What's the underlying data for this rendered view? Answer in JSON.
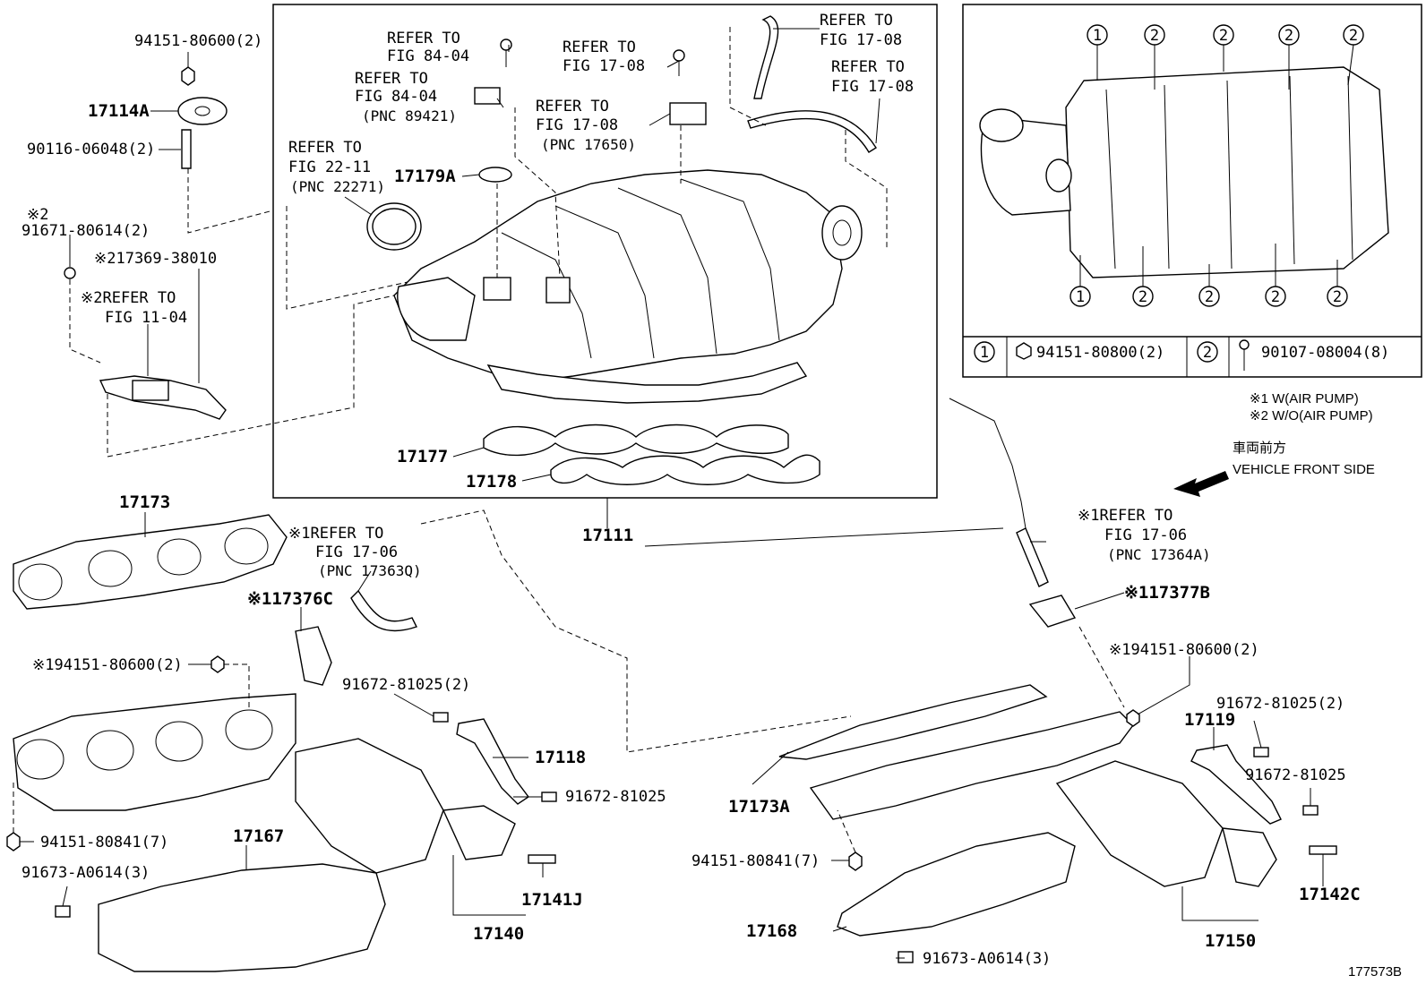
{
  "drawing_id": "177573B",
  "legend": {
    "notes": [
      "※1 W(AIR PUMP)",
      "※2 W/O(AIR PUMP)"
    ],
    "direction_jp": "車両前方",
    "direction_en": "VEHICLE FRONT SIDE"
  },
  "inset_table": {
    "row": [
      {
        "num": "1",
        "part": "94151-80800(2)"
      },
      {
        "num": "2",
        "part": "90107-08004(8)"
      }
    ],
    "callouts_top": [
      "1",
      "2",
      "2",
      "2",
      "2"
    ],
    "callouts_bottom": [
      "1",
      "2",
      "2",
      "2",
      "2"
    ]
  },
  "labels": {
    "p94151_80600_2": "94151-80600(2)",
    "p17114A": "17114A",
    "p90116": "90116-06048(2)",
    "mark2a": "※2",
    "p91671": "91671-80614(2)",
    "p217369": "※217369-38010",
    "ref_fig11_a": "※2REFER TO",
    "ref_fig11_b": "FIG 11-04",
    "ref_8404a_1": "REFER TO",
    "ref_8404a_2": "FIG 84-04",
    "ref_8404b_1": "REFER TO",
    "ref_8404b_2": "FIG 84-04",
    "ref_8404b_3": "(PNC 89421)",
    "ref_1708a_1": "REFER TO",
    "ref_1708a_2": "FIG 17-08",
    "ref_1708b_1": "REFER TO",
    "ref_1708b_2": "FIG 17-08",
    "ref_1708b_3": "(PNC 17650)",
    "ref_1708c_1": "REFER TO",
    "ref_1708c_2": "FIG 17-08",
    "ref_1708d_1": "REFER TO",
    "ref_1708d_2": "FIG 17-08",
    "ref_2211_1": "REFER TO",
    "ref_2211_2": "FIG 22-11",
    "ref_2211_3": "(PNC 22271)",
    "p17179A": "17179A",
    "p17177": "17177",
    "p17178": "17178",
    "p17111": "17111",
    "p17173": "17173",
    "ref_1706a_1": "※1REFER TO",
    "ref_1706a_2": "FIG 17-06",
    "ref_1706a_3": "(PNC 17363Q)",
    "p17376C": "※117376C",
    "p94151_80600_L": "※194151-80600(2)",
    "p91672_81025_2L": "91672-81025(2)",
    "p17118": "17118",
    "p91672_81025_L": "91672-81025",
    "p94151_80841_L": "94151-80841(7)",
    "p17167": "17167",
    "p91673_L": "91673-A0614(3)",
    "p17141J": "17141J",
    "p17140": "17140",
    "ref_1706b_1": "※1REFER TO",
    "ref_1706b_2": "FIG 17-06",
    "ref_1706b_3": "(PNC 17364A)",
    "p17377B": "※117377B",
    "p94151_80600_R": "※194151-80600(2)",
    "p91672_81025_2R": "91672-81025(2)",
    "p17119": "17119",
    "p91672_81025_R": "91672-81025",
    "p17173A": "17173A",
    "p94151_80841_R": "94151-80841(7)",
    "p17168": "17168",
    "p91673_R": "91673-A0614(3)",
    "p17142C": "17142C",
    "p17150": "17150"
  }
}
